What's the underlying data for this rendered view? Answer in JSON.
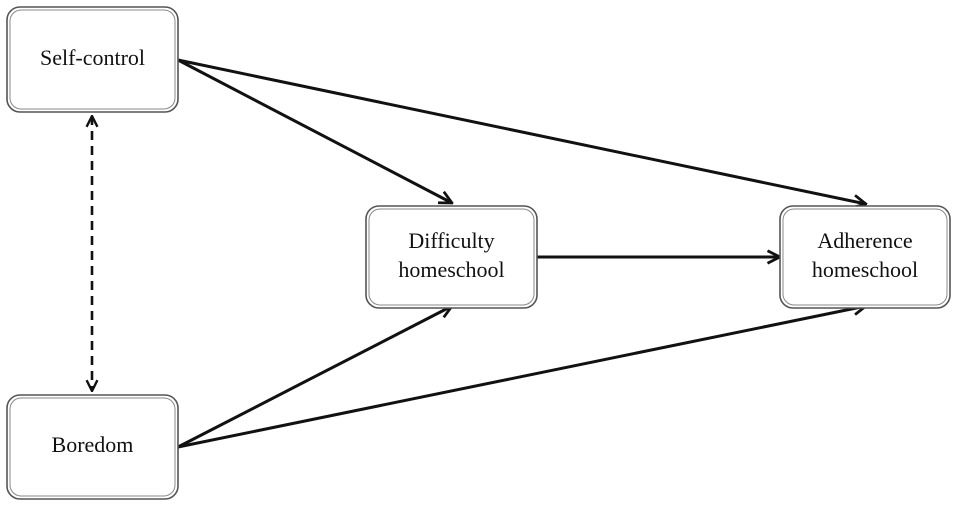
{
  "nodes": {
    "self_control": {
      "lines": [
        "Self-control"
      ]
    },
    "boredom": {
      "lines": [
        "Boredom"
      ]
    },
    "difficulty": {
      "lines": [
        "Difficulty",
        "homeschool"
      ]
    },
    "adherence": {
      "lines": [
        "Adherence",
        "homeschool"
      ]
    }
  },
  "edges": [
    {
      "from": "self_control",
      "to": "difficulty",
      "style": "solid",
      "direction": "forward"
    },
    {
      "from": "self_control",
      "to": "adherence",
      "style": "solid",
      "direction": "forward"
    },
    {
      "from": "boredom",
      "to": "difficulty",
      "style": "solid",
      "direction": "forward"
    },
    {
      "from": "boredom",
      "to": "adherence",
      "style": "solid",
      "direction": "forward"
    },
    {
      "from": "difficulty",
      "to": "adherence",
      "style": "solid",
      "direction": "forward"
    },
    {
      "from": "self_control",
      "to": "boredom",
      "style": "dashed",
      "direction": "both"
    }
  ],
  "colors": {
    "line": "#111111",
    "box_border": "#555555",
    "text": "#111111"
  }
}
